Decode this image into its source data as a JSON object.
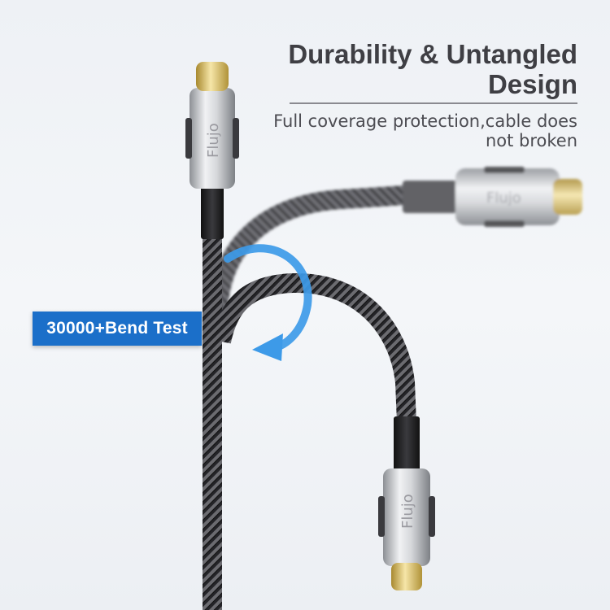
{
  "headline": {
    "line1": "Durability & Untangled",
    "line2": "Design"
  },
  "subline": {
    "line1": "Full coverage protection,cable does",
    "line2": "not broken"
  },
  "badge": {
    "label": "30000+Bend Test"
  },
  "connectors": {
    "brand": "Flujo"
  },
  "colors": {
    "accent": "#1b6fc9",
    "arrow": "#3d9ae8",
    "cable": "#2a2a2e",
    "housing": "#cfd2d6",
    "gold": "#e6c26a"
  }
}
